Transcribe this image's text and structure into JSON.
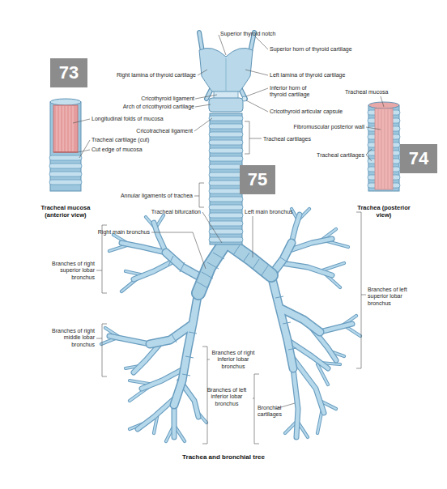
{
  "diagram": {
    "caption": "Trachea and bronchial tree",
    "nodes": [
      {
        "text": [
          "73"
        ]
      },
      {
        "text": [
          "74"
        ]
      },
      {
        "text": [
          "75"
        ]
      }
    ],
    "labels": [
      "Superior thyroid notch",
      "Superior horn of thyroid cartilage",
      "Right lamina of thyroid cartilage",
      "Left lamina of thyroid cartilage",
      "Tracheal mucosa",
      "Inferior horn of thyroid cartilage",
      "Cricothyroid ligament",
      "Arch of cricothyroid cartilage",
      "Cricothyroid articular capsule",
      "Longitudinal folds of mucosa",
      "Fibromuscular posterior wall",
      "Cricotracheal ligament",
      "Tracheal cartilages",
      "Tracheal cartilage (cut)",
      "Cut edge of mucosa",
      "Tracheal cartilages",
      "Annular ligaments of trachea",
      "Tracheal mucosa (anterior view)",
      "Trachea (posterior view)",
      "Tracheal bifurcation",
      "Left main bronchus",
      "Right main bronchus",
      "Branches of right superior lobar bronchus",
      "Branches of left superior lobar bronchus",
      "Branches of right middle lobar bronchus",
      "Branches of right inferior lobar bronchus",
      "Branches of left inferior lobar bronchus",
      "Bronchial cartilages"
    ]
  }
}
